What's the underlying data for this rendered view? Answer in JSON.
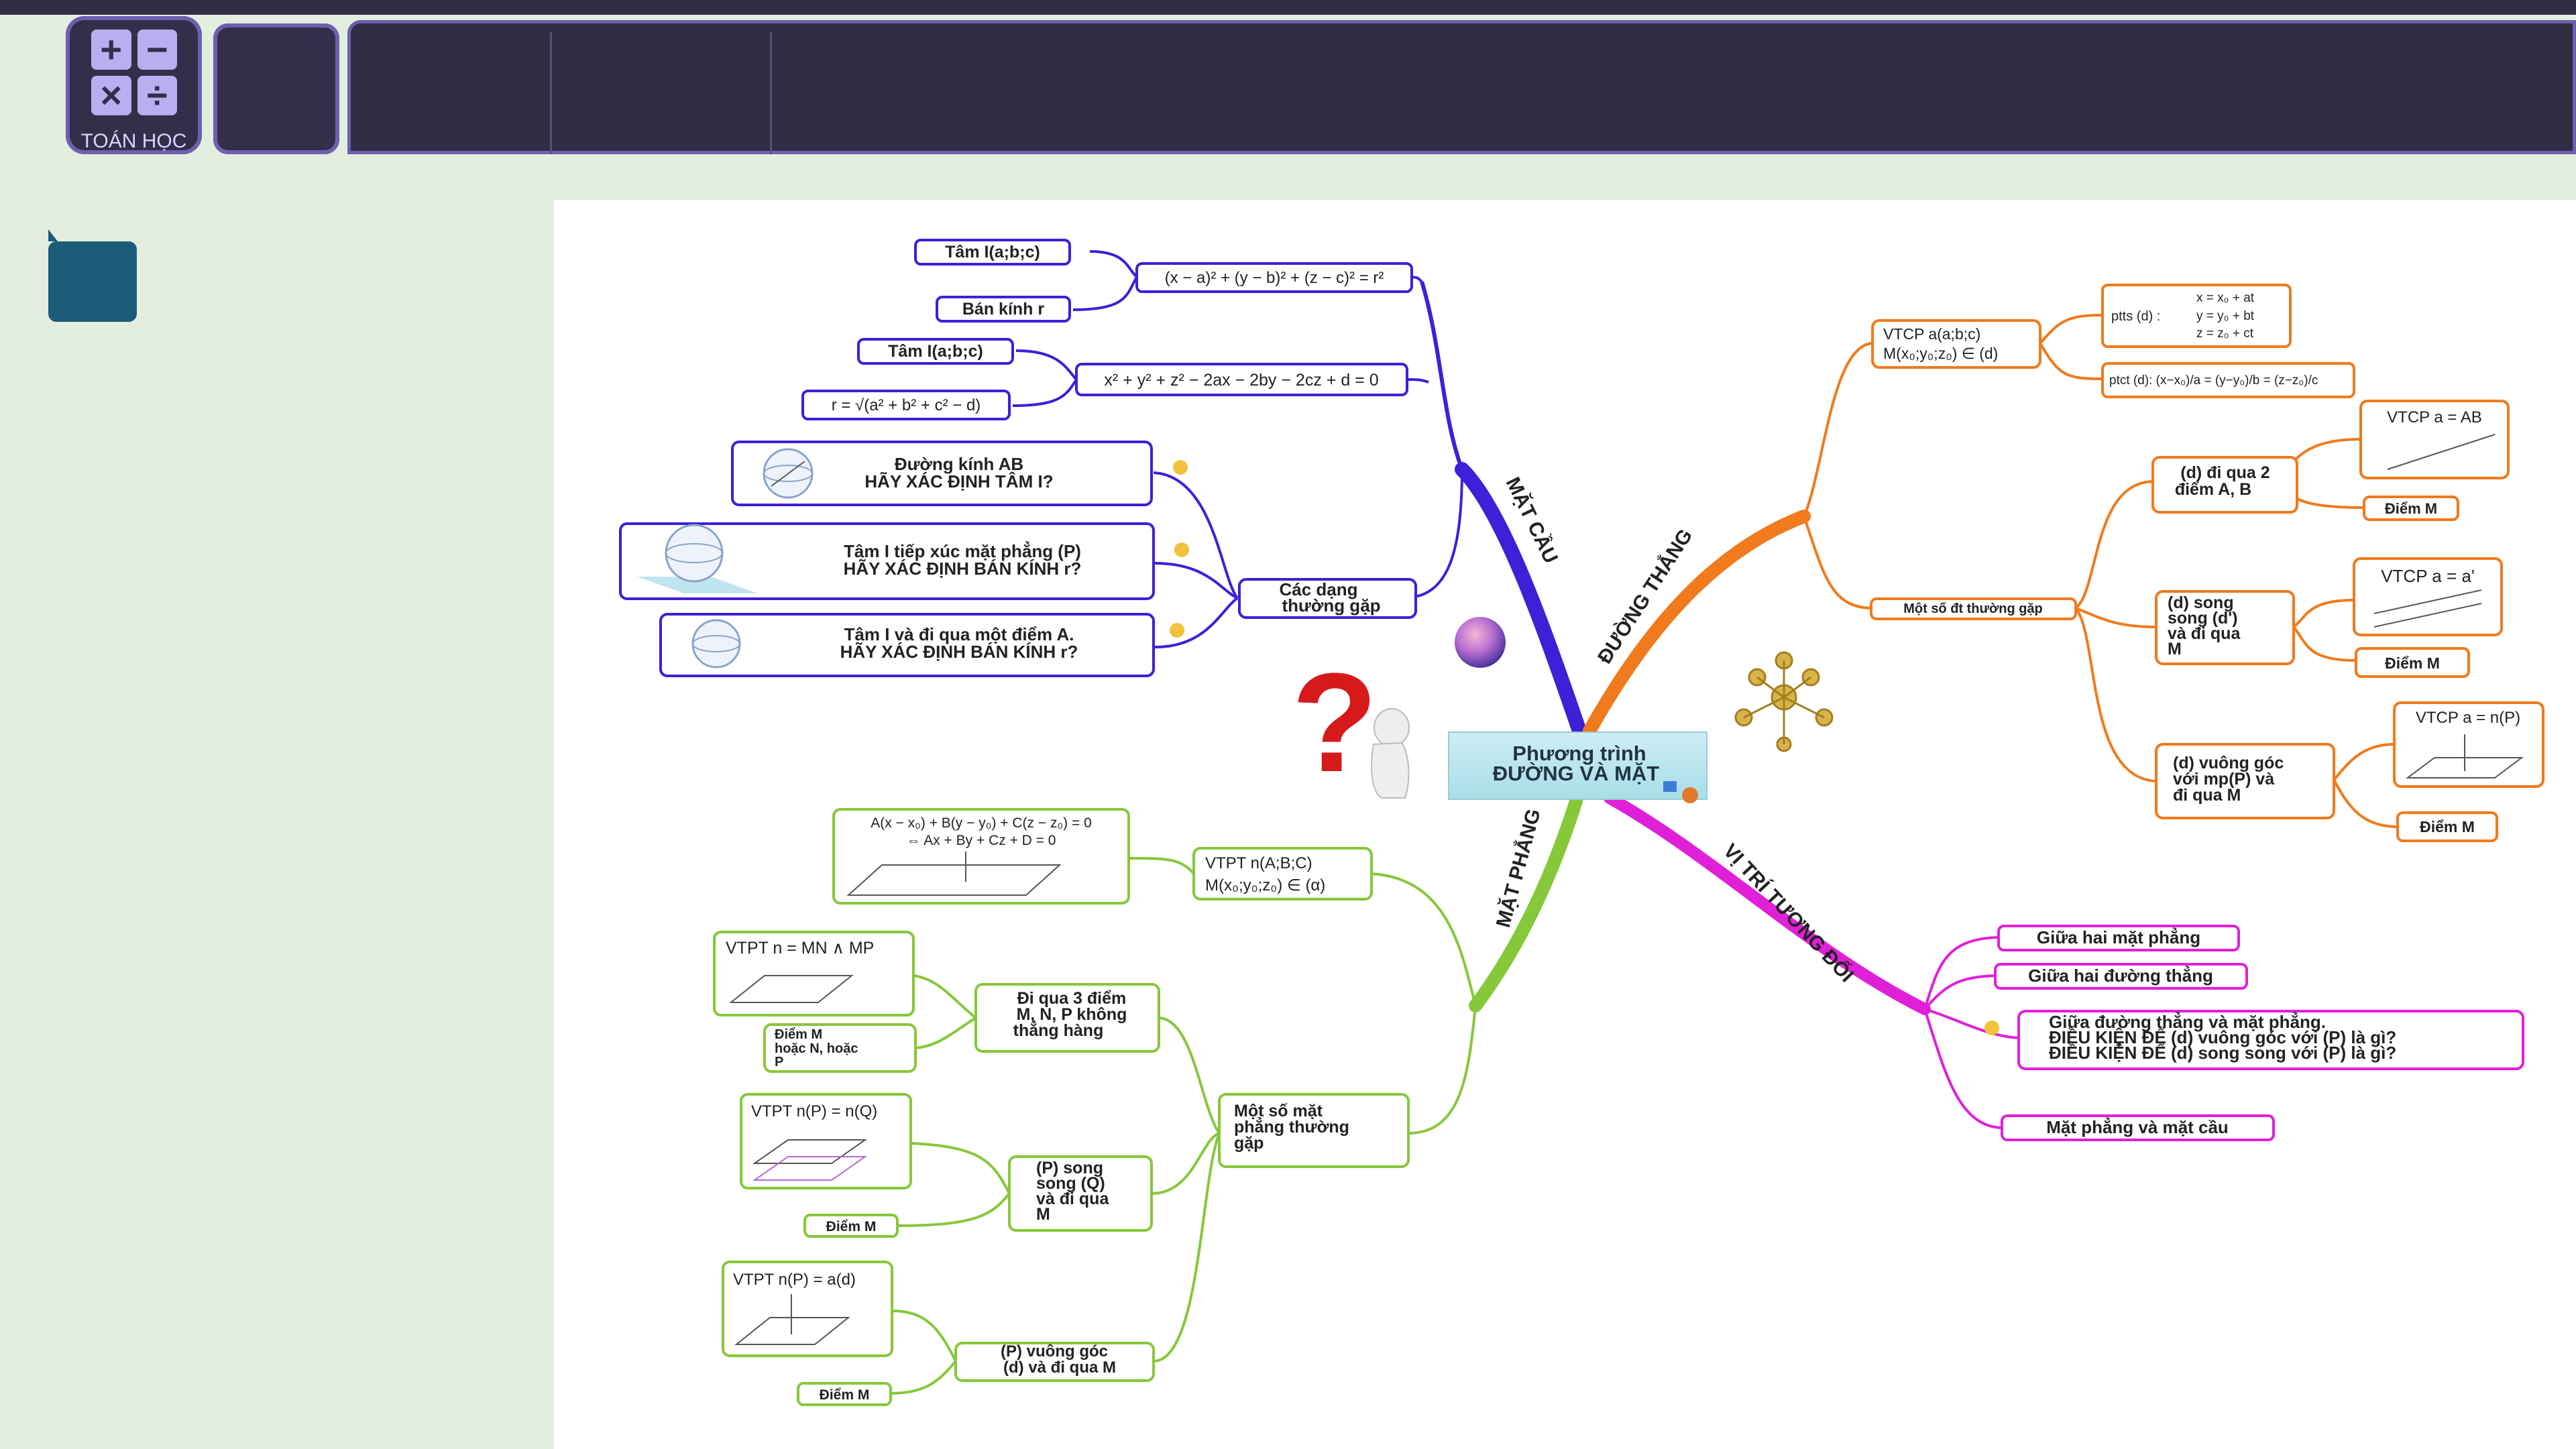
{
  "header": {
    "logo_caption": "TOÁN HỌC",
    "logo_symbols": [
      "+",
      "−",
      "×",
      "÷"
    ]
  },
  "mindmap": {
    "center": {
      "line1": "Phương trình",
      "line2": "ĐƯỜNG VÀ MẶT"
    },
    "branches": {
      "mat_cau": "MẶT CẦU",
      "duong_thang": "ĐƯỜNG THẲNG",
      "mat_phang": "MẶT PHẲNG",
      "vi_tri": "VỊ TRÍ TƯƠNG ĐỐI"
    },
    "mat_cau": {
      "tam1": "Tâm I(a;b;c)",
      "ban_kinh": "Bán kính r",
      "pt1": "(x − a)² + (y − b)² + (z − c)² = r²",
      "tam2": "Tâm I(a;b;c)",
      "r_formula": "r = √(a² + b² + c² − d)",
      "pt2": "x² + y² + z² − 2ax − 2by − 2cz + d = 0",
      "dang1": [
        "Đường kính AB",
        "HÃY XÁC ĐỊNH TÂM I?"
      ],
      "dang2": [
        "Tâm I tiếp xúc mặt phẳng (P)",
        "HÃY XÁC ĐỊNH BÁN KÍNH r?"
      ],
      "dang3": [
        "Tâm I và đi qua một điểm A.",
        "HÃY XÁC ĐỊNH BÁN KÍNH r?"
      ],
      "cac_dang": [
        "Các dạng",
        "thường gặp"
      ]
    },
    "duong_thang": {
      "vtcp": [
        "VTCP a(a;b;c)",
        "M(x₀;y₀;z₀) ∈ (d)"
      ],
      "ptts_label": "ptts (d) :",
      "ptts": [
        "x = x₀ + at",
        "y = y₀ + bt",
        "z = z₀ + ct"
      ],
      "ptct": "ptct (d): (x−x₀)/a = (y−y₀)/b = (z−z₀)/c",
      "mot_so": "Một số đt thường gặp",
      "qua2": [
        "(d) đi qua 2",
        "điểm A, B"
      ],
      "vtcp_ab": "VTCP a = AB",
      "diem_m1": "Điểm M",
      "song_song": [
        "(d) song",
        "song (d')",
        "và đi qua",
        "M"
      ],
      "vtcp_a1": "VTCP a = a'",
      "diem_m2": "Điểm M",
      "vuong_goc": [
        "(d) vuông góc",
        "với mp(P) và",
        "đi qua M"
      ],
      "vtcp_np": "VTCP a = n(P)",
      "diem_m3": "Điểm M"
    },
    "mat_phang": {
      "pt_tq": [
        "A(x − x₀) + B(y − y₀) + C(z − z₀) = 0",
        "⇔ Ax + By + Cz + D = 0"
      ],
      "vtpt": [
        "VTPT n(A;B;C)",
        "M(x₀;y₀;z₀) ∈ (α)"
      ],
      "vtpt_mn": "VTPT n = MN ∧ MP",
      "diem_mnp": [
        "Điểm M",
        "hoặc N, hoặc",
        "P"
      ],
      "qua3": [
        "Đi qua 3 điểm",
        "M, N, P không",
        "thẳng hàng"
      ],
      "mot_so": [
        "Một số mặt",
        "phẳng thường",
        "gặp"
      ],
      "vtpt_nq": "VTPT n(P) = n(Q)",
      "p_song_song": [
        "(P) song",
        "song (Q)",
        "và đi qua",
        "M"
      ],
      "diem_m4": "Điểm M",
      "vtpt_ad": "VTPT n(P) = a(d)",
      "p_vuong_goc": [
        "(P) vuông góc",
        "(d) và đi qua M"
      ],
      "diem_m5": "Điểm M"
    },
    "vi_tri": {
      "hai_mp": "Giữa hai mặt phẳng",
      "hai_dt": "Giữa hai đường thẳng",
      "dt_mp": [
        "Giữa đường thẳng và mặt phẳng.",
        "ĐIỀU KIỆN ĐỂ (d) vuông góc với (P) là gì?",
        "ĐIỀU KIỆN ĐỂ (d) song song với (P) là gì?"
      ],
      "mp_mc": "Mặt phẳng và mặt cầu"
    }
  },
  "colors": {
    "mat_cau": "#3f1fd8",
    "duong_thang": "#f07a1c",
    "mat_phang": "#86c83a",
    "vi_tri": "#e020d8",
    "nav_dark": "#312d45",
    "nav_accent": "#6e5fb0",
    "bookmark": "#1d5c79",
    "background": "#e3eedf"
  }
}
